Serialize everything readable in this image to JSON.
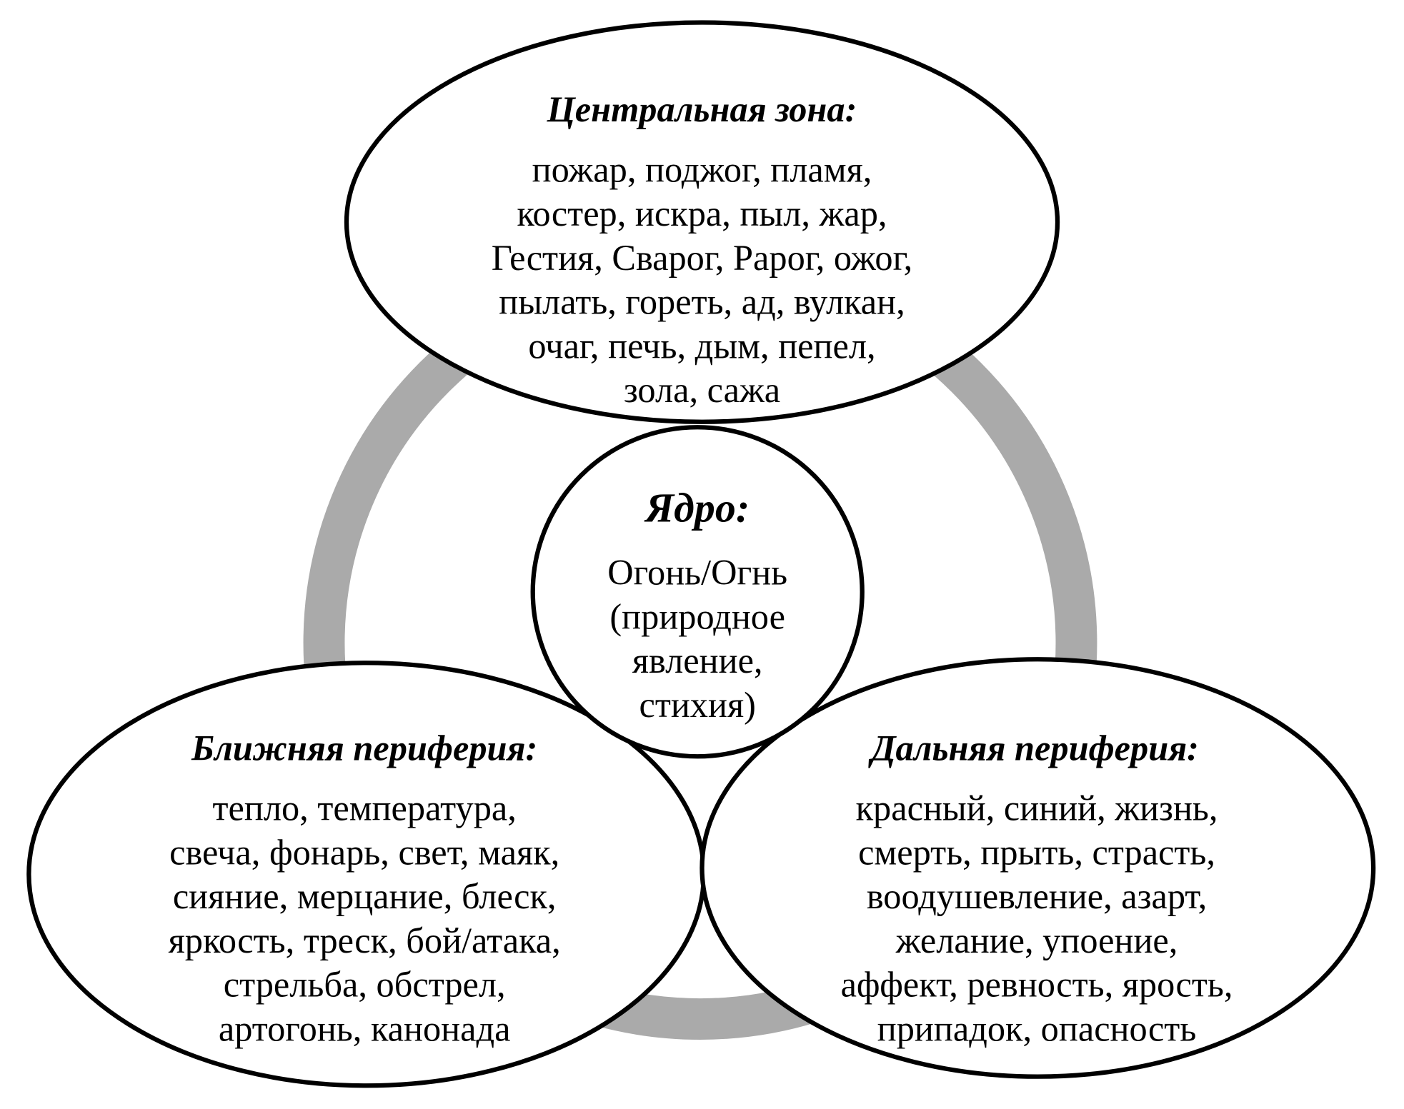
{
  "colors": {
    "ring": "#aaaaaa",
    "outline": "#000000",
    "background": "#ffffff"
  },
  "central_zone": {
    "title": "Центральная зона:",
    "lines": [
      "пожар, поджог, пламя,",
      "костер, искра, пыл, жар,",
      "Гестия, Сварог, Рарог, ожог,",
      "пылать, гореть, ад, вулкан,",
      "очаг, печь, дым, пепел,",
      "зола, сажа"
    ]
  },
  "core": {
    "title": "Ядро:",
    "lines": [
      "Огонь/Огнь",
      "(природное",
      "явление,",
      "стихия)"
    ]
  },
  "near_periphery": {
    "title": "Ближняя периферия:",
    "lines": [
      "тепло, температура,",
      "свеча, фонарь, свет, маяк,",
      "сияние, мерцание, блеск,",
      "яркость, треск, бой/атака,",
      "стрельба, обстрел,",
      "артогонь, канонада"
    ]
  },
  "far_periphery": {
    "title": "Дальняя периферия:",
    "lines": [
      "красный, синий, жизнь,",
      "смерть, прыть, страсть,",
      "воодушевление, азарт,",
      "желание, упоение,",
      "аффект, ревность, ярость,",
      "припадок, опасность"
    ]
  }
}
